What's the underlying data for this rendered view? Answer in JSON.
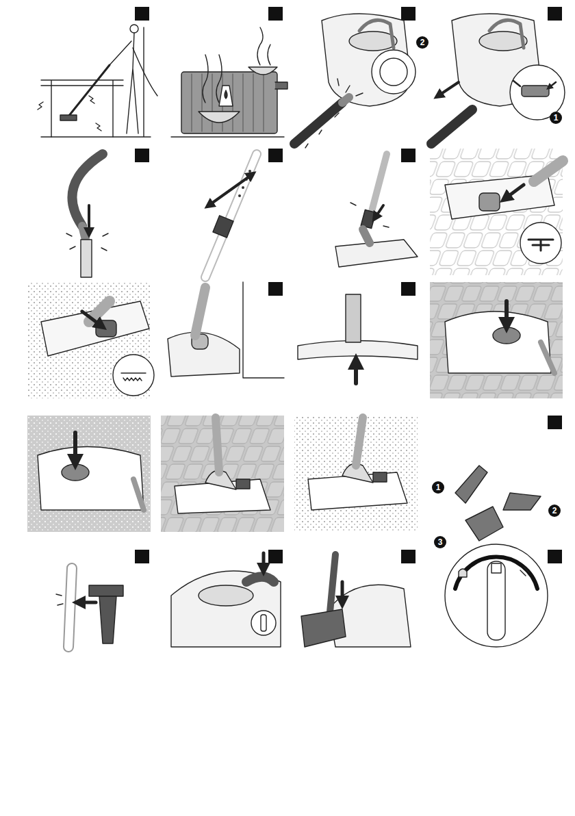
{
  "diagram": {
    "labels": [
      "2",
      "1",
      "1",
      "2",
      "3"
    ]
  }
}
